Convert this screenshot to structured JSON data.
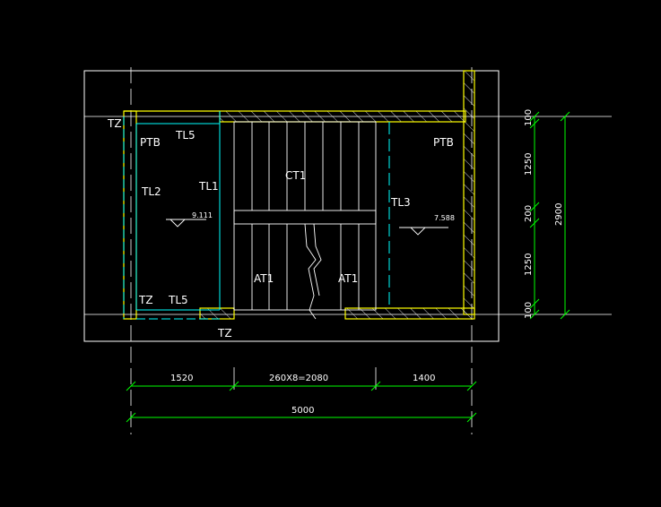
{
  "labels": {
    "tz_top": "TZ",
    "tz_bottom_left": "TZ",
    "tz_bottom": "TZ",
    "ptb_left": "PTB",
    "ptb_right": "PTB",
    "tl5_top": "TL5",
    "tl5_bottom": "TL5",
    "tl2": "TL2",
    "tl1": "TL1",
    "tl3": "TL3",
    "ct1": "CT1",
    "at1_left": "AT1",
    "at1_right": "AT1",
    "elev_left": "9.111",
    "elev_right": "7.588"
  },
  "dimensions": {
    "bottom": [
      "1520",
      "260X8=2080",
      "1400"
    ],
    "total": "5000",
    "right": [
      "100",
      "1250",
      "200",
      "1250",
      "100"
    ],
    "right_total": "2900"
  },
  "colors": {
    "background": "#000000",
    "outline": "#ffffff",
    "wall": "#ffff00",
    "beam": "#00ffff",
    "dimension": "#00ff00"
  }
}
